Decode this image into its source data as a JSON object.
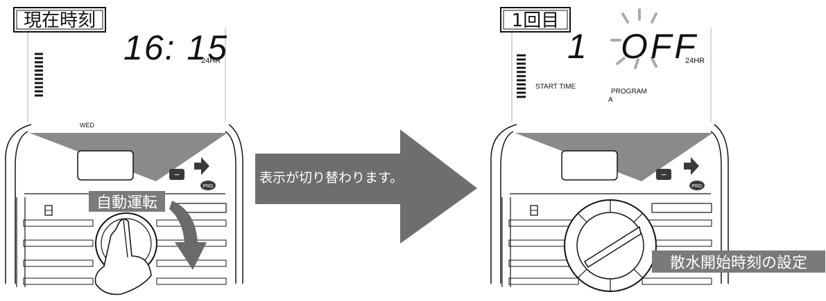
{
  "left_panel": {
    "label": "現在時刻",
    "time": "16: 15",
    "mode": "24HR",
    "day": "WED",
    "dial_label": "自動運転",
    "minus_button": "−",
    "prg_button": "PRG"
  },
  "arrow_caption": "表示が切り替わります。",
  "right_panel": {
    "label": "1回目",
    "start_number": "1",
    "status": "OFF",
    "mode": "24HR",
    "start_time_label": "START TIME",
    "program_label": "PROGRAM",
    "program_value": "A",
    "minus_button": "−",
    "prg_button": "PRG",
    "dial_label": "散水開始時刻の設定"
  }
}
